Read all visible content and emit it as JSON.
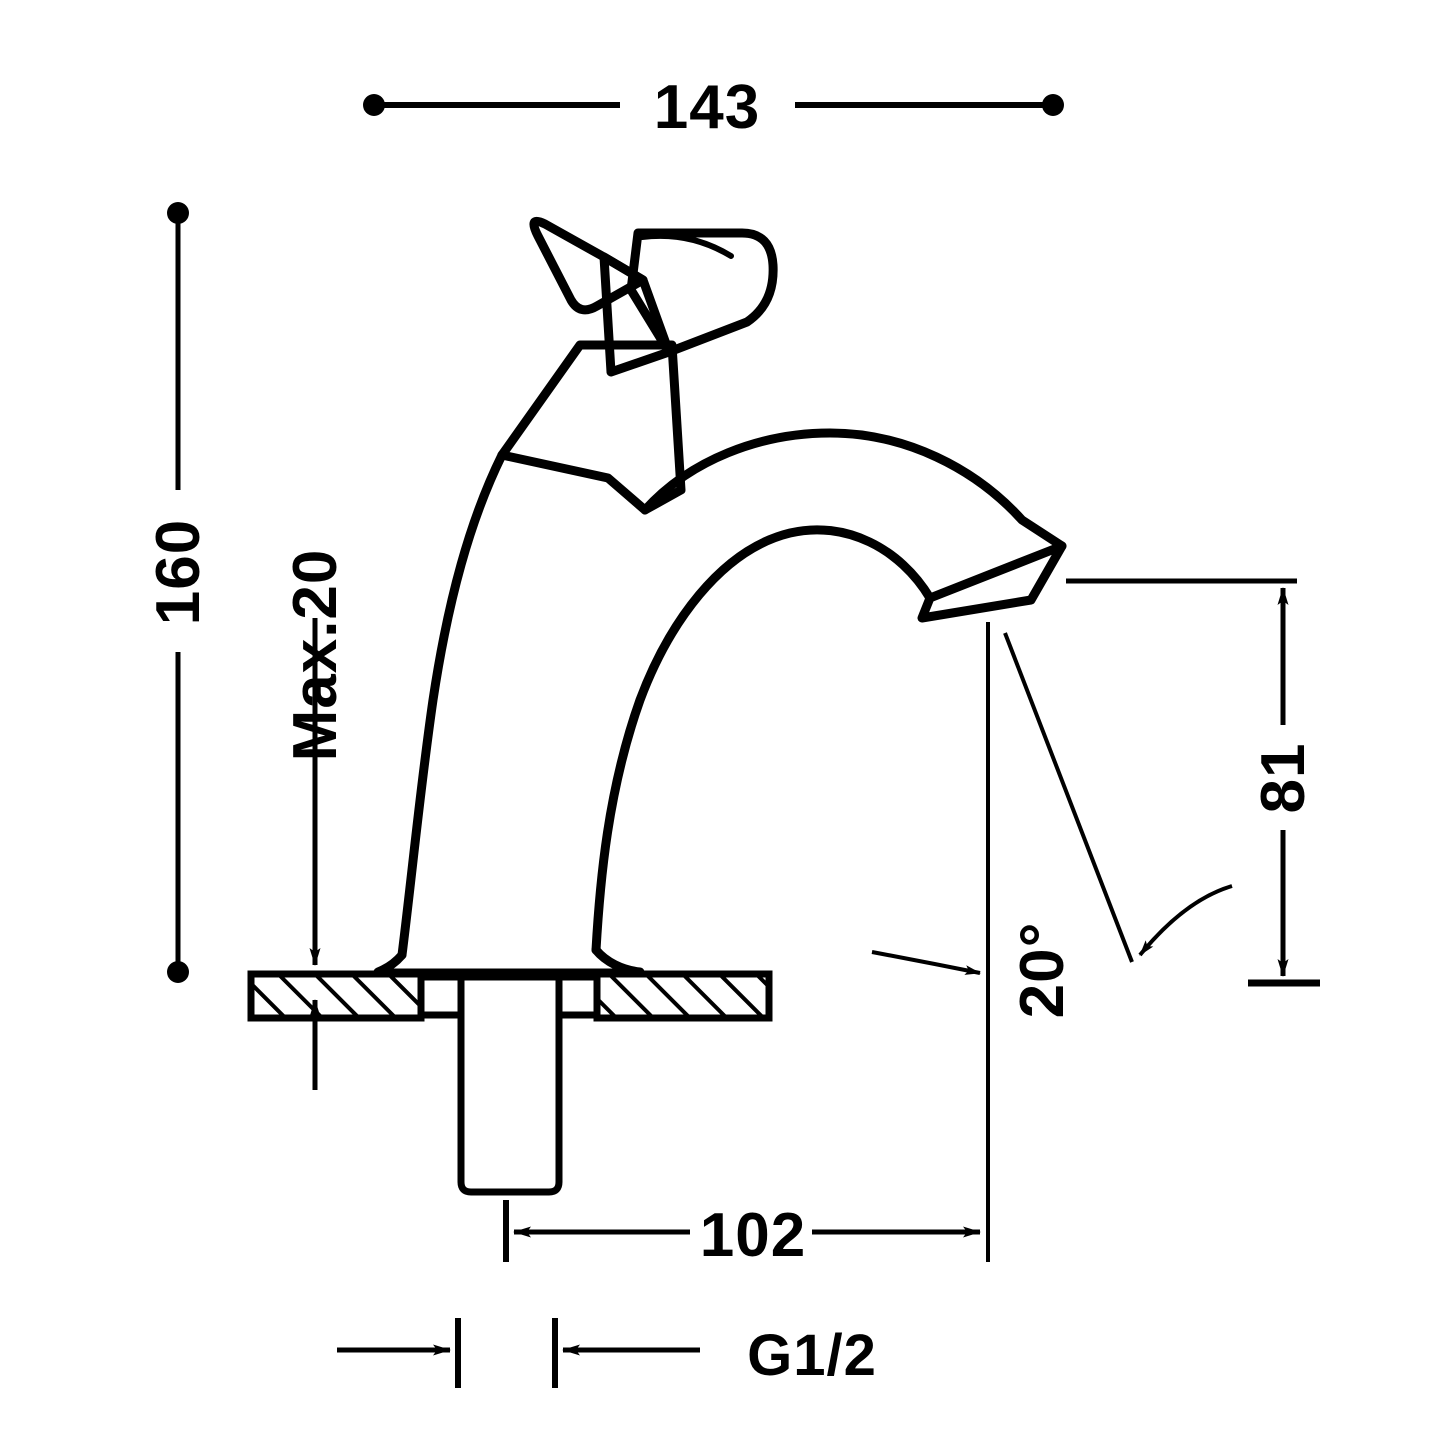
{
  "drawing": {
    "type": "technical-dimension-drawing",
    "subject": "basin-faucet-side-view",
    "units": "mm",
    "line_color": "#000000",
    "background_color": "#ffffff",
    "stroke_width_outline": 5,
    "stroke_width_dimension": 3
  },
  "dimensions": {
    "overall_width": {
      "label": "143",
      "orientation": "horizontal",
      "terminator": "dot",
      "position": "top"
    },
    "overall_height": {
      "label": "160",
      "orientation": "vertical-rotated",
      "terminator": "dot",
      "position": "left"
    },
    "max_counter_thickness": {
      "label": "Max.20",
      "orientation": "vertical-rotated",
      "terminator": "arrow",
      "position": "left-inner"
    },
    "spout_height": {
      "label": "81",
      "orientation": "vertical-rotated",
      "terminator": "arrow",
      "position": "right"
    },
    "spout_angle": {
      "label": "20°",
      "orientation": "horizontal",
      "terminator": "leader-arrow",
      "position": "right-lower"
    },
    "spout_reach": {
      "label": "102",
      "orientation": "horizontal",
      "terminator": "arrow",
      "position": "bottom"
    },
    "thread_size": {
      "label": "G1/2",
      "orientation": "horizontal",
      "terminator": "arrow",
      "position": "bottom-lower"
    }
  },
  "parts": {
    "handle": "cross-handle",
    "body": "curved-spout-body",
    "base": "flared-base",
    "shank": "threaded-shank",
    "counter": "hatched-countertop-section",
    "aerator": "angled-spout-outlet"
  }
}
